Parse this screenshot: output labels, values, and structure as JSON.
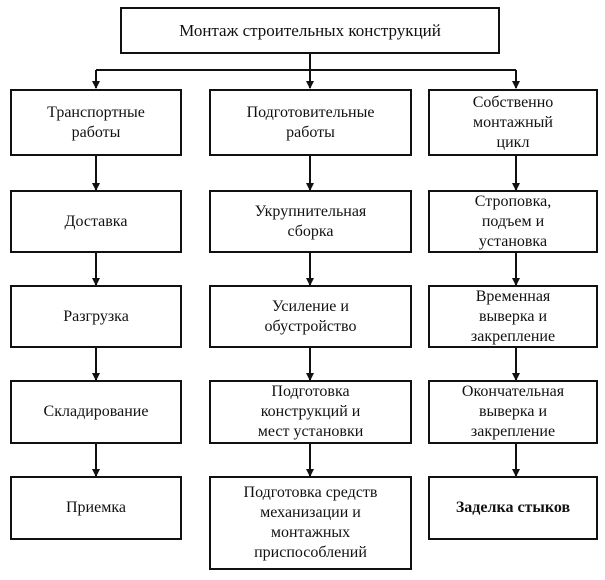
{
  "title": "Монтаж строительных конструкций",
  "columns": [
    {
      "header": "Транспортные\nработы",
      "steps": [
        "Доставка",
        "Разгрузка",
        "Складирование",
        "Приемка"
      ]
    },
    {
      "header": "Подготовительные\nработы",
      "steps": [
        "Укрупнительная\nсборка",
        "Усиление и\nобустройство",
        "Подготовка\nконструкций и\nмест установки",
        "Подготовка средств\nмеханизации и\nмонтажных\nприспособлений"
      ]
    },
    {
      "header": "Собственно\nмонтажный\nцикл",
      "steps": [
        "Строповка,\nподъем и\nустановка",
        "Временная\nвыверка и\nзакрепление",
        "Окончательная\nвыверка и\nзакрепление",
        "Заделка стыков"
      ]
    }
  ]
}
